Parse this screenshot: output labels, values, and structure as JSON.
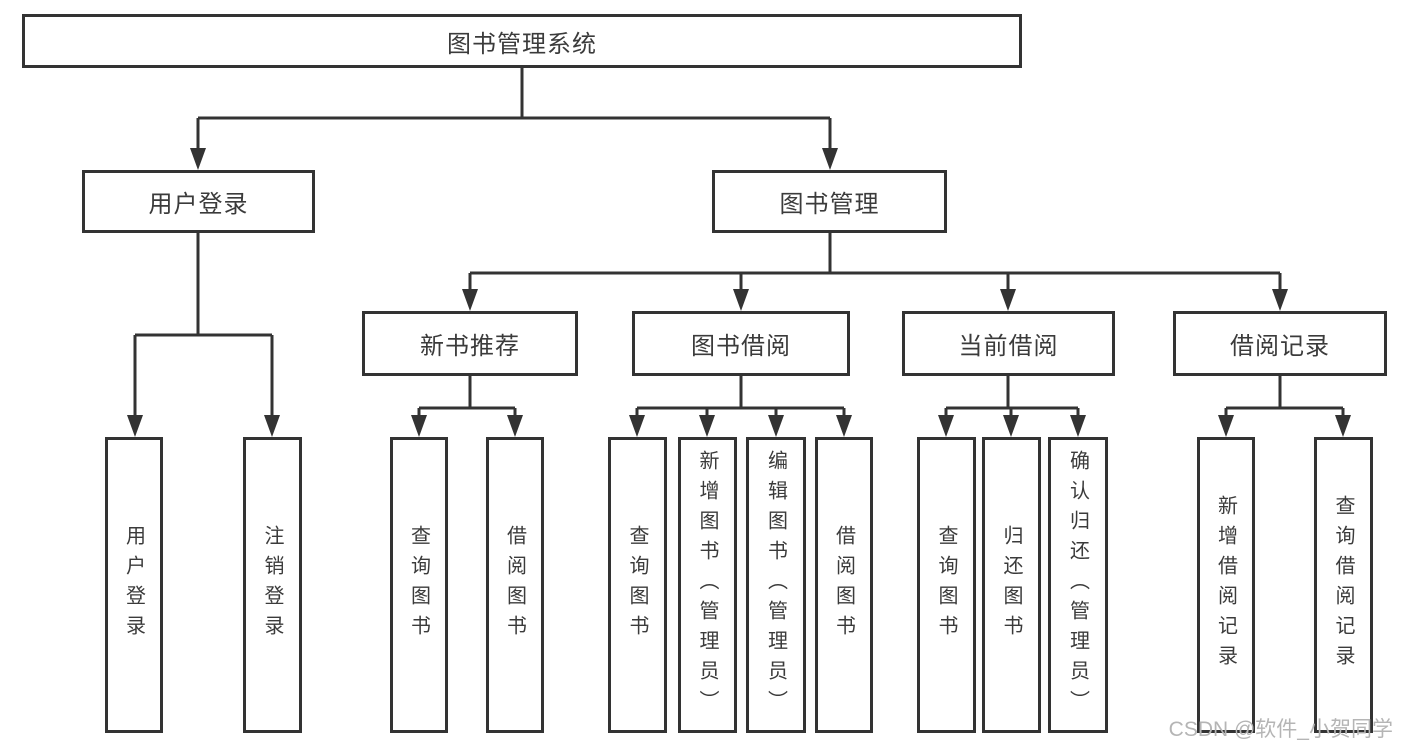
{
  "colors": {
    "line": "#333333",
    "text": "#3b3b3b",
    "box_bg": "#ffffff",
    "watermark": "#b5b5b5",
    "background": "#ffffff"
  },
  "tree": {
    "root": "图书管理系统",
    "user_login": {
      "label": "用户登录",
      "leaves": [
        "用户登录",
        "注销登录"
      ]
    },
    "book_mgmt": {
      "label": "图书管理",
      "children": [
        {
          "label": "新书推荐",
          "leaves": [
            "查询图书",
            "借阅图书"
          ]
        },
        {
          "label": "图书借阅",
          "leaves": [
            "查询图书",
            "新增图书（管理员）",
            "编辑图书（管理员）",
            "借阅图书"
          ]
        },
        {
          "label": "当前借阅",
          "leaves": [
            "查询图书",
            "归还图书",
            "确认归还（管理员）"
          ]
        },
        {
          "label": "借阅记录",
          "leaves": [
            "新增借阅记录",
            "查询借阅记录"
          ]
        }
      ]
    }
  },
  "watermark": "CSDN @软件_小贺同学"
}
